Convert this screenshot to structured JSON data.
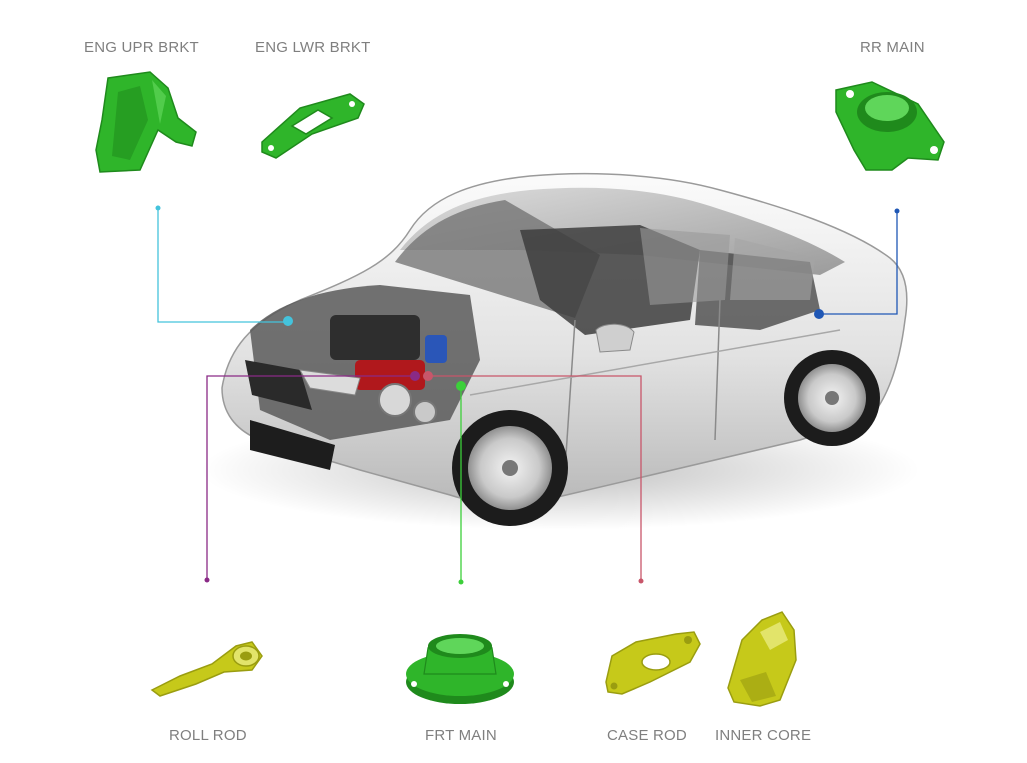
{
  "colors": {
    "part_green": "#2fb52a",
    "part_green_dark": "#1f8a1c",
    "part_yellow": "#c6c91a",
    "part_yellow_dark": "#9a9d10",
    "line_cyan": "#44c3dc",
    "line_blue": "#1f57b5",
    "line_purple": "#8a2a86",
    "line_green": "#3ccf3a",
    "line_red": "#c8566a",
    "label_gray": "#7f7f7f"
  },
  "parts": {
    "eng_upr_brkt": {
      "label": "ENG UPR BRKT",
      "icon": "engine-upper-bracket-icon"
    },
    "eng_lwr_brkt": {
      "label": "ENG LWR BRKT",
      "icon": "engine-lower-bracket-icon"
    },
    "rr_main": {
      "label": "RR MAIN",
      "icon": "rear-main-mount-icon"
    },
    "roll_rod": {
      "label": "ROLL ROD",
      "icon": "roll-rod-icon"
    },
    "frt_main": {
      "label": "FRT MAIN",
      "icon": "front-main-mount-icon"
    },
    "case_rod": {
      "label": "CASE ROD",
      "icon": "case-rod-icon"
    },
    "inner_core": {
      "label": "INNER CORE",
      "icon": "inner-core-icon"
    }
  },
  "car": {
    "icon": "cutaway-sedan-icon"
  }
}
